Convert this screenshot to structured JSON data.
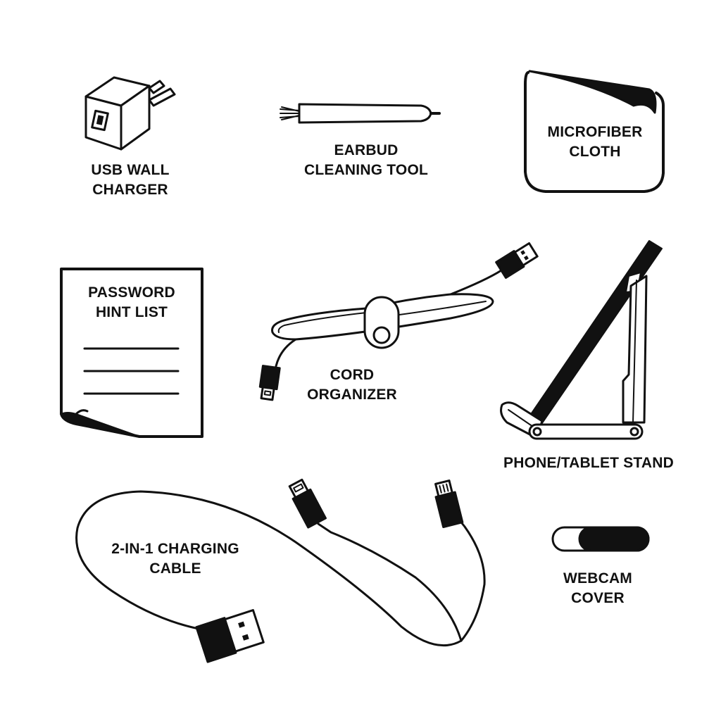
{
  "colors": {
    "ink": "#111111",
    "paper": "#ffffff"
  },
  "items": {
    "usb_wall_charger": {
      "icon": "usb-wall-charger-icon",
      "lines": [
        "USB WALL",
        "CHARGER"
      ]
    },
    "earbud_cleaning_tool": {
      "icon": "earbud-cleaning-tool-icon",
      "lines": [
        "EARBUD",
        "CLEANING TOOL"
      ]
    },
    "microfiber_cloth": {
      "icon": "microfiber-cloth-icon",
      "lines": [
        "MICROFIBER",
        "CLOTH"
      ]
    },
    "password_hint_list": {
      "icon": "password-hint-list-icon",
      "lines": [
        "PASSWORD",
        "HINT LIST"
      ]
    },
    "cord_organizer": {
      "icon": "cord-organizer-icon",
      "lines": [
        "CORD",
        "ORGANIZER"
      ]
    },
    "phone_tablet_stand": {
      "icon": "phone-tablet-stand-icon",
      "lines": [
        "PHONE/TABLET STAND"
      ]
    },
    "charging_cable": {
      "icon": "charging-cable-icon",
      "lines": [
        "2-IN-1 CHARGING",
        "CABLE"
      ]
    },
    "webcam_cover": {
      "icon": "webcam-cover-icon",
      "lines": [
        "WEBCAM",
        "COVER"
      ]
    }
  }
}
